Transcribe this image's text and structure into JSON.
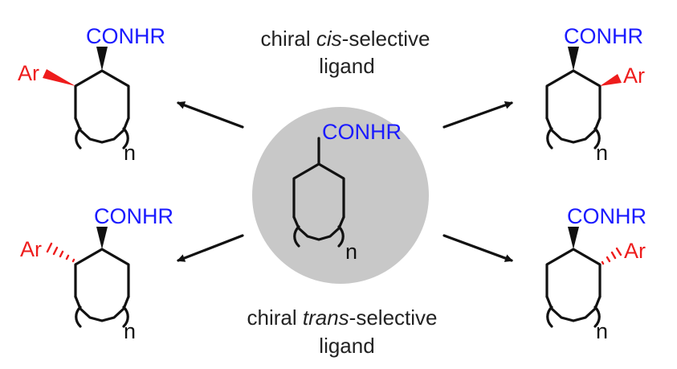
{
  "colors": {
    "amide": "#1a1aff",
    "aryl": "#ee1c1c",
    "bond": "#111111",
    "circle": "#c8c8c8",
    "text": "#222222"
  },
  "labels": {
    "amide": "CONHR",
    "aryl": "Ar",
    "ring_index": "n"
  },
  "conditions": {
    "top": {
      "line1_prefix": "chiral",
      "line1_italic": "cis",
      "line1_suffix": "-selective",
      "line2": "ligand"
    },
    "bottom": {
      "line1_prefix": "chiral",
      "line1_italic": "trans",
      "line1_suffix": "-selective",
      "line2": "ligand"
    }
  }
}
